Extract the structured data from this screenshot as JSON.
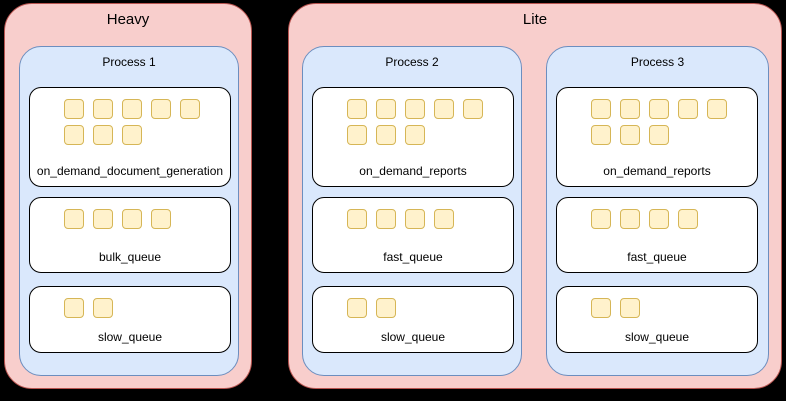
{
  "diagram": {
    "title_heavy": "Heavy",
    "title_lite": "Lite",
    "colors": {
      "group_fill": "#f8cecc",
      "group_stroke": "#b85450",
      "process_fill": "#dae8fc",
      "process_stroke": "#6c8ebf",
      "queue_fill": "#ffffff",
      "queue_stroke": "#000000",
      "slot_fill": "#fff2cc",
      "slot_stroke": "#d6b656",
      "background": "#000000"
    }
  },
  "groups": [
    {
      "label": "Heavy",
      "processes": [
        {
          "label": "Process 1",
          "queues": [
            {
              "label": "on_demand_document_generation",
              "slots": 8
            },
            {
              "label": "bulk_queue",
              "slots": 4
            },
            {
              "label": "slow_queue",
              "slots": 2
            }
          ]
        }
      ]
    },
    {
      "label": "Lite",
      "processes": [
        {
          "label": "Process 2",
          "queues": [
            {
              "label": "on_demand_reports",
              "slots": 8
            },
            {
              "label": "fast_queue",
              "slots": 4
            },
            {
              "label": "slow_queue",
              "slots": 2
            }
          ]
        },
        {
          "label": "Process 3",
          "queues": [
            {
              "label": "on_demand_reports",
              "slots": 8
            },
            {
              "label": "fast_queue",
              "slots": 4
            },
            {
              "label": "slow_queue",
              "slots": 2
            }
          ]
        }
      ]
    }
  ]
}
